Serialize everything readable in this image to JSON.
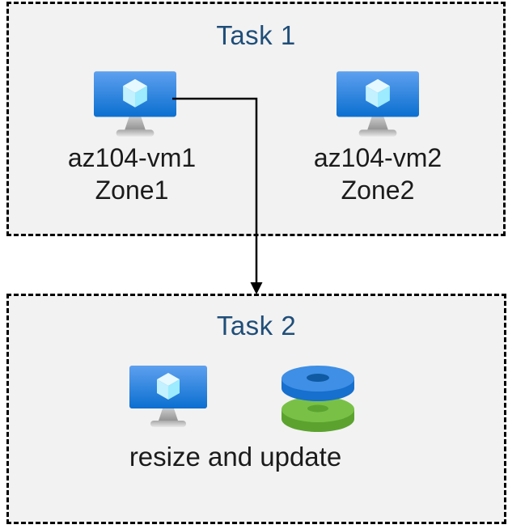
{
  "task1": {
    "title": "Task 1",
    "vms": [
      {
        "name": "az104-vm1",
        "zone": "Zone1",
        "icon": "azure-vm-icon"
      },
      {
        "name": "az104-vm2",
        "zone": "Zone2",
        "icon": "azure-vm-icon"
      }
    ]
  },
  "task2": {
    "title": "Task 2",
    "caption": "resize and update",
    "icons": [
      "azure-vm-icon",
      "managed-disks-icon"
    ]
  },
  "connector": {
    "from": "az104-vm1",
    "to": "Task 2",
    "shape": "elbow-arrow-down"
  },
  "colors": {
    "page_background": "#FFFFFF",
    "box_background": "#F2F2F2",
    "box_border": "#000000",
    "title_text": "#1F4E79",
    "label_text": "#1B1B1B",
    "vm_screen_top": "#5EA0EF",
    "vm_screen_bottom": "#0B6FD0",
    "cube_top": "#E6F9FF",
    "cube_left": "#C3F1FF",
    "cube_right": "#9CEBFF",
    "stand_gray": "#A8A8A8",
    "disk_blue_top": "#3E8FE5",
    "disk_blue_side": "#176FCE",
    "disk_blue_hole": "#0F5AA3",
    "disk_green_top": "#78C146",
    "disk_green_side": "#5BA32E",
    "disk_green_hole": "#5CA430",
    "arrow": "#000000"
  }
}
